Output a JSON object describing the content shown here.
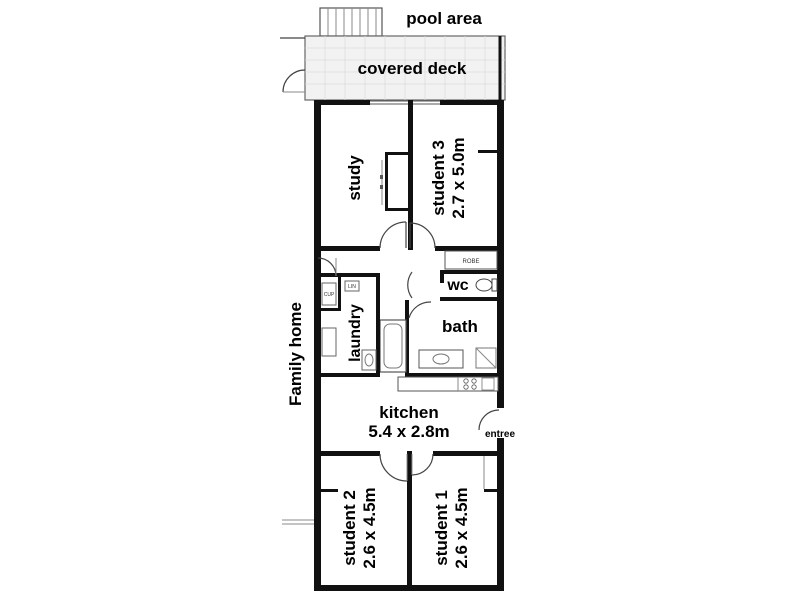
{
  "labels": {
    "pool_area": "pool area",
    "covered_deck": "covered deck",
    "study": "study",
    "student3_name": "student 3",
    "student3_size": "2.7 x 5.0m",
    "wc": "wc",
    "bath": "bath",
    "laundry": "laundry",
    "family_home": "Family home",
    "kitchen_name": "kitchen",
    "kitchen_size": "5.4 x 2.8m",
    "entree": "entree",
    "student2_name": "student 2",
    "student2_size": "2.6 x 4.5m",
    "student1_name": "student 1",
    "student1_size": "2.6 x 4.5m",
    "robe": "ROBE",
    "cup": "CUP",
    "linen": "LIN"
  }
}
